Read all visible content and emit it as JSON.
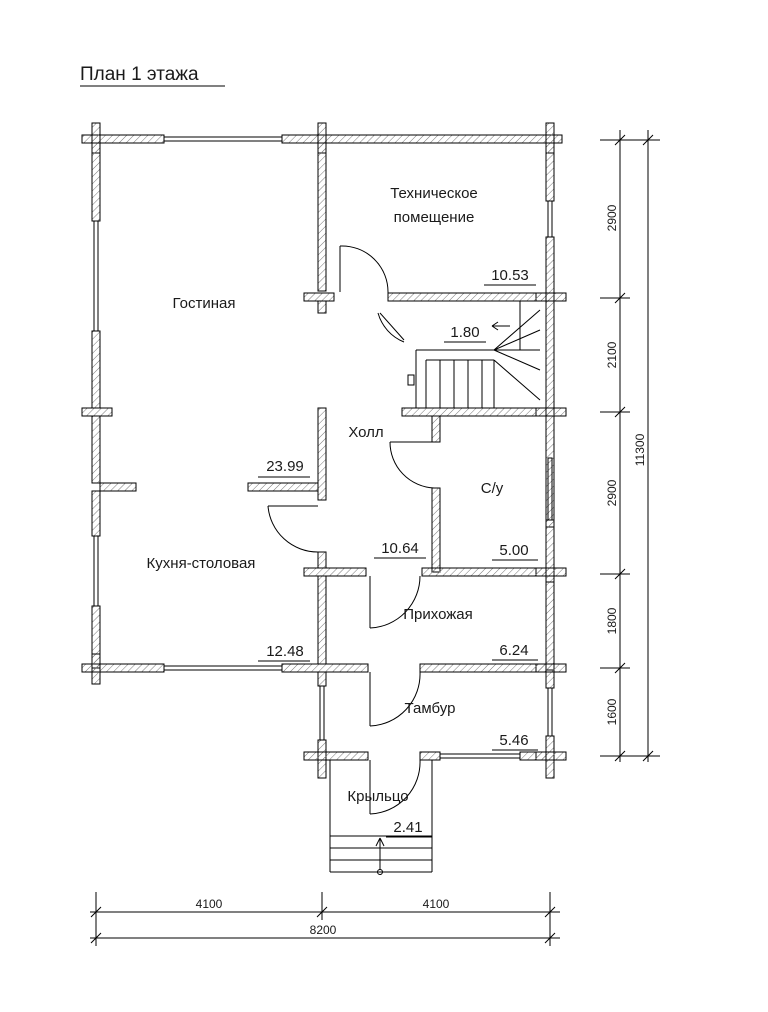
{
  "title": "План 1 этажа",
  "rooms": {
    "tech": {
      "line1": "Техническое",
      "line2": "помещение",
      "area": "10.53"
    },
    "gostinaya": {
      "name": "Гостиная",
      "area": "23.99"
    },
    "stair_area": "1.80",
    "holl": {
      "name": "Холл",
      "area": "10.64"
    },
    "su": {
      "name": "С/у",
      "area": "5.00"
    },
    "kuhnya": {
      "name": "Кухня-столовая",
      "area": "12.48"
    },
    "prihozhaya": {
      "name": "Прихожая",
      "area": "6.24"
    },
    "tambur": {
      "name": "Тамбур",
      "area": "5.46"
    },
    "krylco": {
      "name": "Крыльцо",
      "area": "2.41"
    }
  },
  "dimensions": {
    "right": [
      "2900",
      "2100",
      "2900",
      "1800",
      "1600"
    ],
    "right_total": "11300",
    "bottom": [
      "4100",
      "4100"
    ],
    "bottom_total": "8200"
  }
}
